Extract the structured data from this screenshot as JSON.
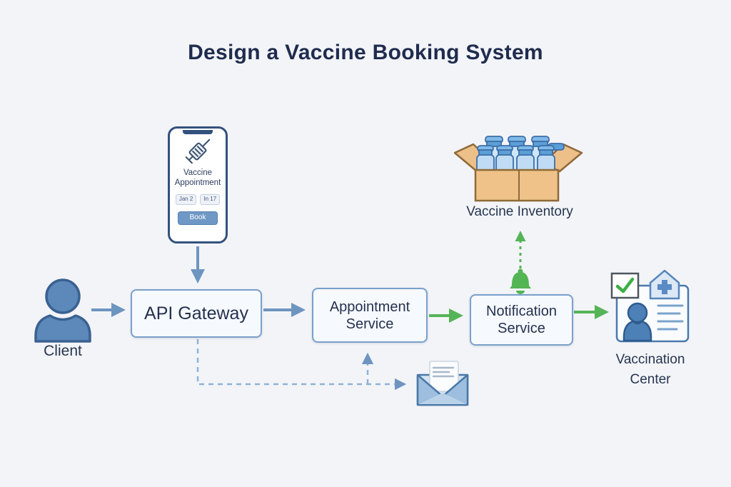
{
  "title": "Design a Vaccine Booking System",
  "phone": {
    "app_title": "Vaccine Appointment",
    "date_chips": [
      "Jan 2",
      "In 17"
    ],
    "book_label": "Book"
  },
  "nodes": {
    "client": {
      "label": "Client",
      "icon": "person-icon"
    },
    "phone_app": {
      "label": "Vaccine Appointment",
      "icon": "smartphone-mockup"
    },
    "api_gateway": {
      "label": "API Gateway"
    },
    "appointment_service": {
      "label": "Appointment Service"
    },
    "notification_service": {
      "label": "Notification Service"
    },
    "vaccine_inventory": {
      "label": "Vaccine Inventory",
      "icon": "vial-crate-icon"
    },
    "vaccination_center": {
      "label": "Vaccination Center",
      "icon": "clinic-card-icon"
    },
    "email": {
      "label": "",
      "icon": "envelope-icon"
    }
  },
  "edges": [
    {
      "from": "client",
      "to": "api_gateway",
      "style": "solid",
      "color": "blue"
    },
    {
      "from": "phone_app",
      "to": "api_gateway",
      "style": "solid",
      "color": "blue"
    },
    {
      "from": "api_gateway",
      "to": "appointment_service",
      "style": "solid",
      "color": "blue"
    },
    {
      "from": "appointment_service",
      "to": "notification_service",
      "style": "solid",
      "color": "green"
    },
    {
      "from": "notification_service",
      "to": "vaccination_center",
      "style": "solid",
      "color": "green"
    },
    {
      "from": "notification_service",
      "to": "vaccine_inventory",
      "style": "dashed",
      "color": "green",
      "via": "bell-icon"
    },
    {
      "from": "api_gateway",
      "to": "appointment_service",
      "style": "dashed",
      "color": "blue"
    },
    {
      "from": "api_gateway",
      "to": "email",
      "style": "dashed",
      "color": "blue"
    }
  ],
  "colors": {
    "background": "#f3f4f8",
    "title_text": "#1f2c4e",
    "box_fill": "#f6f9fd",
    "box_border": "#7aa0ca",
    "arrow_blue": "#6e95c0",
    "arrow_dashed_blue": "#8fb2d6",
    "arrow_green": "#55b457",
    "phone_frame": "#33517d",
    "person_fill": "#5c88ba",
    "crate_fill": "#eec289",
    "vial_cap": "#5b9fd6"
  }
}
